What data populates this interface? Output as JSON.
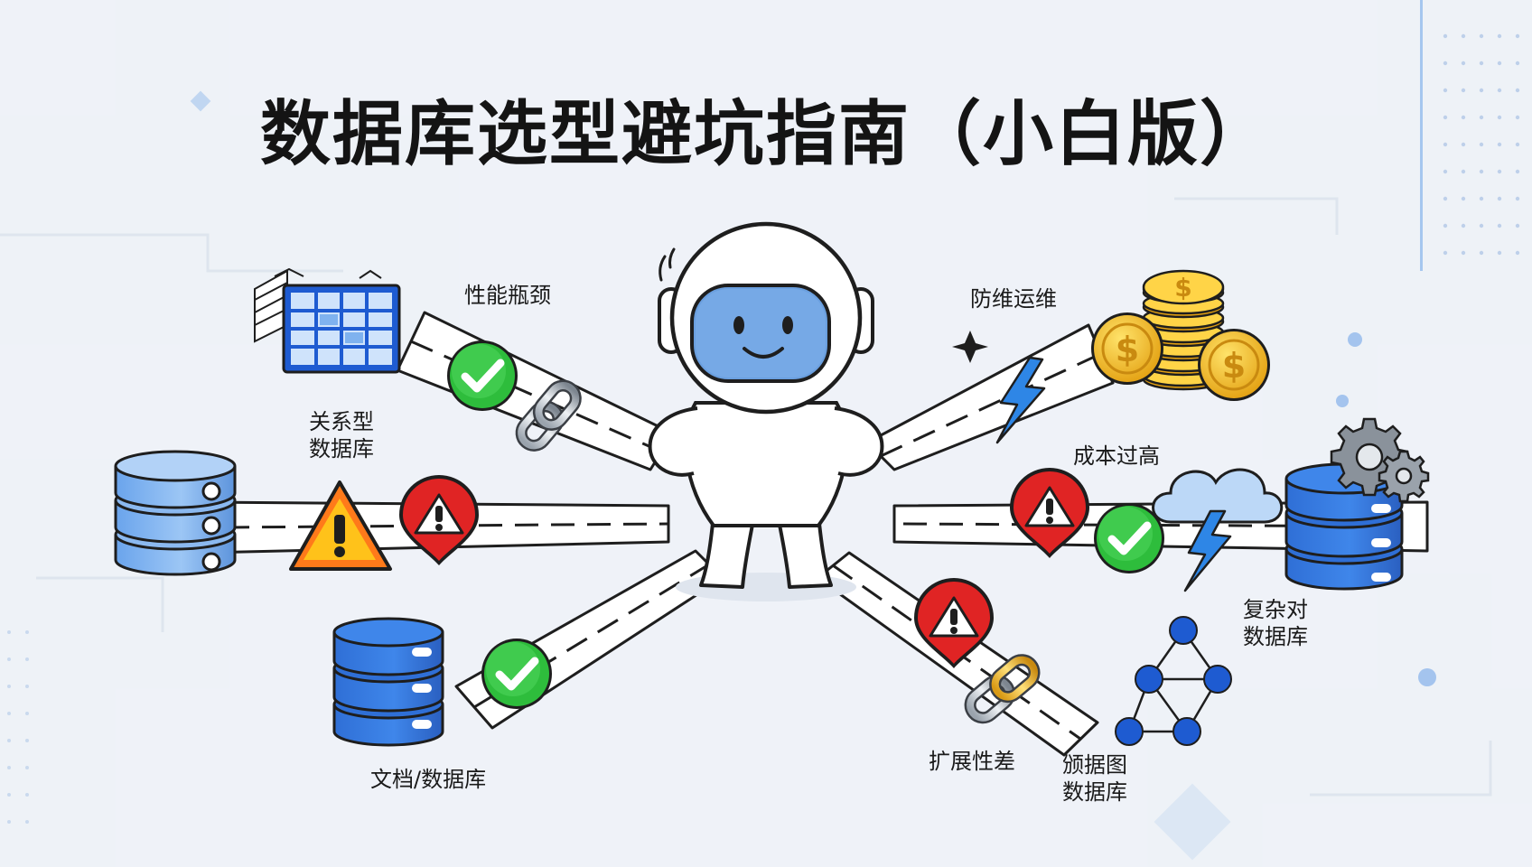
{
  "title": "数据库选型避坑指南（小白版）",
  "labels": {
    "performance": "性能瓶颈",
    "maintenance": "防维运维",
    "cost": "成本过高",
    "relational_line1": "关系型",
    "relational_line2": "数据库",
    "complex_line1": "复杂对",
    "complex_line2": "数据库",
    "document": "文档/数据库",
    "scalability": "扩展性差",
    "graph_line1": "颁据图",
    "graph_line2": "数据库"
  },
  "icons": {
    "center": "robot-astronaut-mascot",
    "table": "spreadsheet-table-icon",
    "check": "green-check-icon",
    "warning": "warning-triangle-icon",
    "alert": "alert-pin-icon",
    "chain": "chain-link-icon",
    "coins": "gold-coins-icon",
    "lightning": "lightning-bolt-icon",
    "cloud": "cloud-icon",
    "gear": "gear-icon",
    "database": "database-cylinder-icon",
    "graph": "graph-network-icon"
  },
  "colors": {
    "accent_blue": "#2f6fd6",
    "check_green": "#2ebd3c",
    "alert_red": "#e02424",
    "warning_yellow": "#ffc21a",
    "coin_gold": "#f3b81d",
    "background": "#eef2f7"
  }
}
